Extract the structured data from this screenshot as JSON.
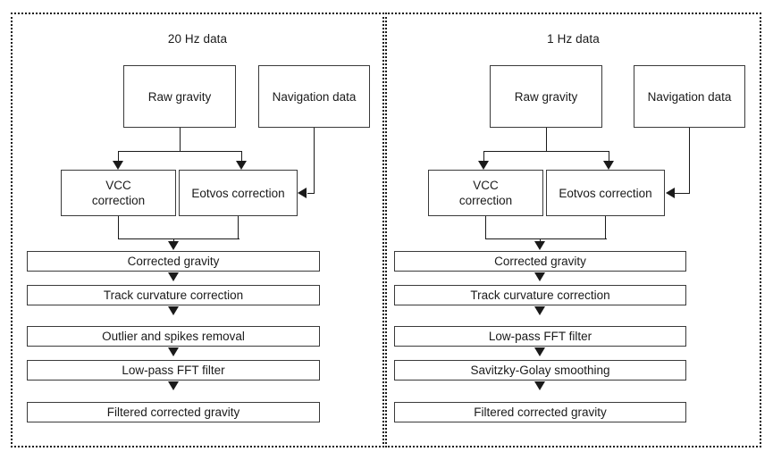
{
  "figure": {
    "type": "flowchart",
    "description": "Two parallel gravity data processing pipelines",
    "panels": [
      {
        "id": "panel-20hz",
        "title": "20 Hz data",
        "nodes": [
          {
            "id": "raw-gravity",
            "label": "Raw gravity"
          },
          {
            "id": "navigation-data",
            "label": "Navigation data"
          },
          {
            "id": "vcc-correction",
            "label": "VCC\ncorrection"
          },
          {
            "id": "eotvos-correction",
            "label": "Eotvos correction"
          },
          {
            "id": "corrected-gravity",
            "label": "Corrected gravity"
          },
          {
            "id": "track-curvature-correction",
            "label": "Track curvature correction"
          },
          {
            "id": "outlier-and-spikes-removal",
            "label": "Outlier and spikes removal"
          },
          {
            "id": "low-pass-fft-filter",
            "label": "Low-pass FFT filter"
          },
          {
            "id": "filtered-corrected-gravity",
            "label": "Filtered corrected gravity"
          }
        ]
      },
      {
        "id": "panel-1hz",
        "title": "1 Hz data",
        "nodes": [
          {
            "id": "raw-gravity",
            "label": "Raw gravity"
          },
          {
            "id": "navigation-data",
            "label": "Navigation data"
          },
          {
            "id": "vcc-correction",
            "label": "VCC\ncorrection"
          },
          {
            "id": "eotvos-correction",
            "label": "Eotvos correction"
          },
          {
            "id": "corrected-gravity",
            "label": "Corrected gravity"
          },
          {
            "id": "track-curvature-correction",
            "label": "Track curvature correction"
          },
          {
            "id": "low-pass-fft-filter",
            "label": "Low-pass FFT filter"
          },
          {
            "id": "savitzky-golay-smoothing",
            "label": "Savitzky-Golay smoothing"
          },
          {
            "id": "filtered-corrected-gravity",
            "label": "Filtered corrected gravity"
          }
        ]
      }
    ],
    "colors": {
      "background": "#ffffff",
      "node_border": "#3a3a3a",
      "connector": "#1a1a1a",
      "panel_border": "#1a1a1a",
      "text": "#1a1a1a"
    }
  }
}
